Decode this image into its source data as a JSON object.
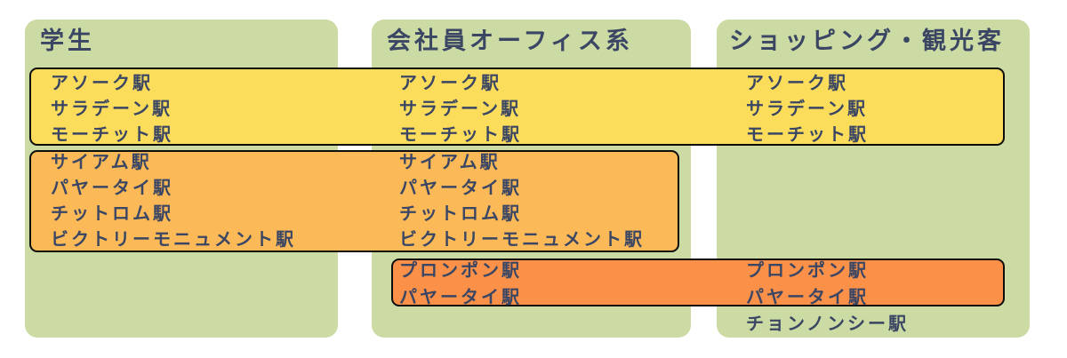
{
  "diagram": {
    "columns": [
      {
        "title": "学生"
      },
      {
        "title": "会社員オーフィス系"
      },
      {
        "title": "ショッピング・観光客"
      }
    ],
    "groups": {
      "yellow": {
        "color": "#FCDC5B",
        "span": "all-three-columns",
        "stations": [
          "アソーク駅",
          "サラデーン駅",
          "モーチット駅"
        ]
      },
      "orange": {
        "color": "#FBB958",
        "span": "columns-1-2",
        "stations": [
          "サイアム駅",
          "パヤータイ駅",
          "チットロム駅",
          "ビクトリーモニュメント駅"
        ]
      },
      "deep_orange": {
        "color": "#FB9148",
        "span": "columns-2-3",
        "stations": [
          "プロンポン駅",
          "パヤータイ駅"
        ]
      },
      "unboxed": {
        "span": "column-3",
        "stations": [
          "チョンノンシー駅"
        ]
      }
    },
    "colors": {
      "column_bg": "#CBDBA3",
      "text": "#3A4663",
      "band_border": "#0D0D0D",
      "page_bg": "#FFFFFF"
    }
  }
}
